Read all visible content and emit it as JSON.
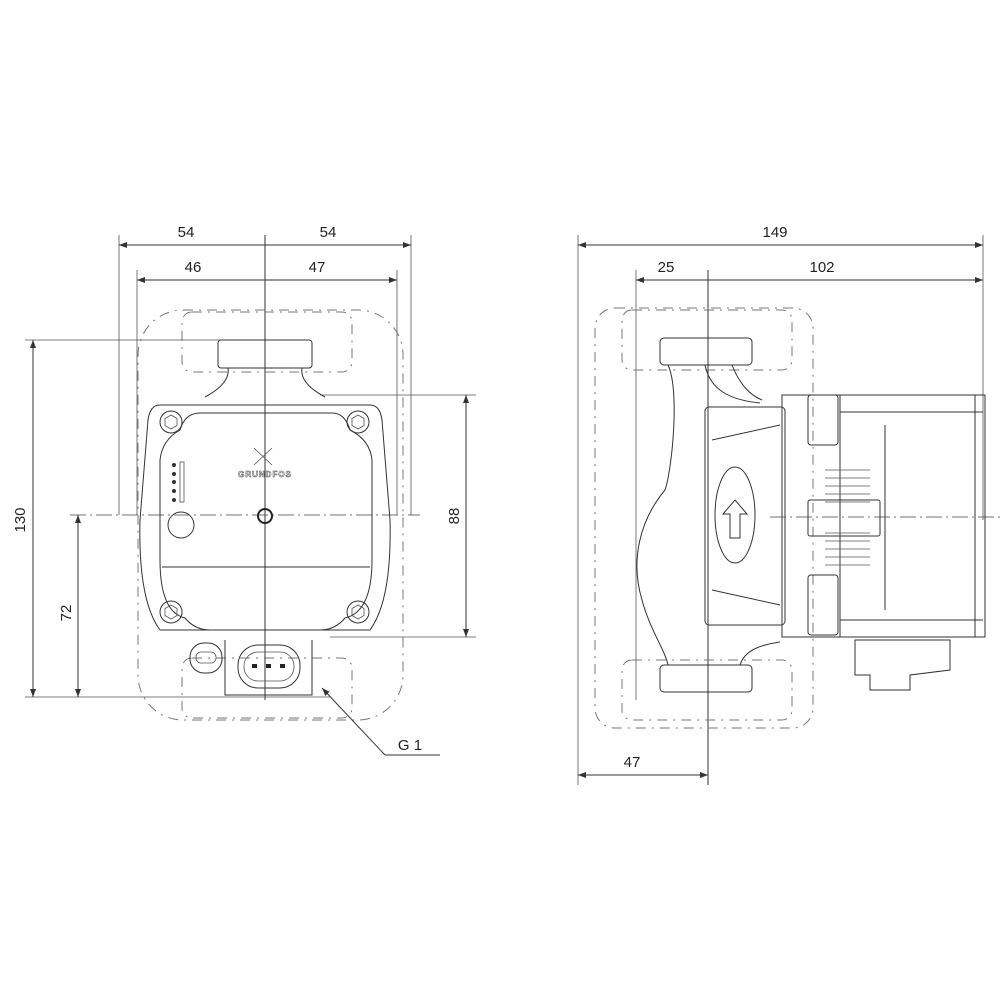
{
  "front_view": {
    "dim_top_left": "54",
    "dim_top_right": "54",
    "dim_mid_left": "46",
    "dim_mid_right": "47",
    "dim_height_total": "130",
    "dim_height_lower": "72",
    "dim_height_right": "88",
    "thread_label": "G 1",
    "logo_text": "GRUNDFOS"
  },
  "side_view": {
    "dim_total_length": "149",
    "dim_left_offset": "25",
    "dim_right_length": "102",
    "dim_bottom": "47"
  }
}
